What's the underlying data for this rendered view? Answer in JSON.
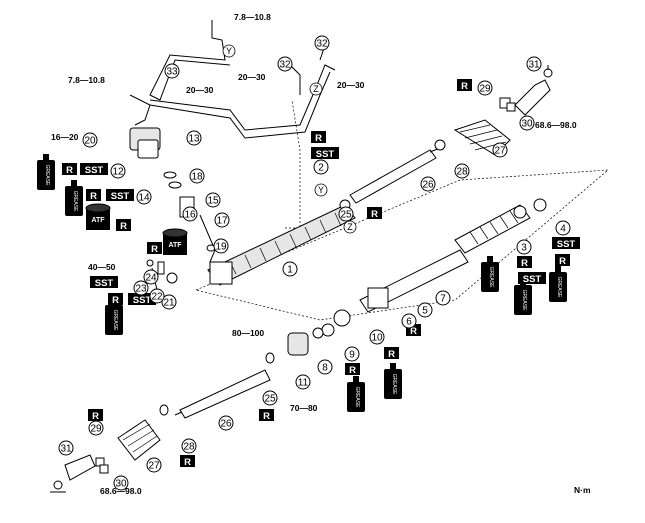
{
  "callouts": [
    {
      "n": "1"
    },
    {
      "n": "2"
    },
    {
      "n": "3"
    },
    {
      "n": "4"
    },
    {
      "n": "5"
    },
    {
      "n": "6"
    },
    {
      "n": "7"
    },
    {
      "n": "8"
    },
    {
      "n": "9"
    },
    {
      "n": "10"
    },
    {
      "n": "11"
    },
    {
      "n": "12"
    },
    {
      "n": "13"
    },
    {
      "n": "14"
    },
    {
      "n": "15"
    },
    {
      "n": "16"
    },
    {
      "n": "17"
    },
    {
      "n": "18"
    },
    {
      "n": "19"
    },
    {
      "n": "20"
    },
    {
      "n": "21"
    },
    {
      "n": "22"
    },
    {
      "n": "23"
    },
    {
      "n": "24"
    },
    {
      "n": "25"
    },
    {
      "n": "25"
    },
    {
      "n": "26"
    },
    {
      "n": "26"
    },
    {
      "n": "27"
    },
    {
      "n": "27"
    },
    {
      "n": "28"
    },
    {
      "n": "28"
    },
    {
      "n": "29"
    },
    {
      "n": "29"
    },
    {
      "n": "30"
    },
    {
      "n": "30"
    },
    {
      "n": "31"
    },
    {
      "n": "31"
    },
    {
      "n": "32"
    },
    {
      "n": "32"
    },
    {
      "n": "33"
    }
  ],
  "torques": [
    "7.8—10.8",
    "7.8—10.8",
    "20—30",
    "20—30",
    "20—30",
    "16—20",
    "40—50",
    "80—100",
    "70—80",
    "68.6—98.0",
    "68.6—98.0"
  ],
  "tags": [
    "R",
    "SST",
    "R",
    "SST",
    "R",
    "SST",
    "R",
    "R",
    "SST",
    "R",
    "SST",
    "R",
    "SST",
    "R",
    "R",
    "SST",
    "R",
    "R",
    "R",
    "R",
    "R",
    "R",
    "R"
  ],
  "grease_label": "GREASE",
  "atf_label": "ATF",
  "markers": [
    "Y",
    "Z",
    "Y",
    "Z"
  ],
  "unit": "N·m"
}
